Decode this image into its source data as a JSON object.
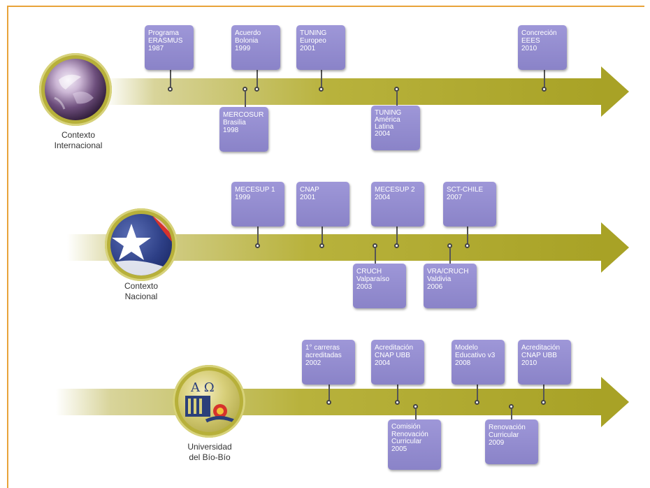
{
  "colors": {
    "frame": "#e8a33a",
    "arrow": "#a8a226",
    "box": "#8a83c8",
    "box_text": "#ffffff"
  },
  "timelines": [
    {
      "label_lines": [
        "Contexto",
        "Internacional"
      ],
      "icon": "earth-globe-icon",
      "events": [
        {
          "lines": [
            "Programa",
            "ERASMUS",
            "1987"
          ]
        },
        {
          "lines": [
            "MERCOSUR",
            "Brasilia",
            "1998"
          ]
        },
        {
          "lines": [
            "Acuerdo",
            "Bolonia",
            "1999"
          ]
        },
        {
          "lines": [
            "TUNING",
            "Europeo",
            "2001"
          ]
        },
        {
          "lines": [
            "TUNING",
            "América",
            "Latina",
            "2004"
          ]
        },
        {
          "lines": [
            "Concreción",
            "EEES",
            "2010"
          ]
        }
      ]
    },
    {
      "label_lines": [
        "Contexto",
        "Nacional"
      ],
      "icon": "chile-flag-globe-icon",
      "events": [
        {
          "lines": [
            "MECESUP 1",
            "1999"
          ]
        },
        {
          "lines": [
            "CNAP",
            "2001"
          ]
        },
        {
          "lines": [
            "CRUCH",
            "Valparaíso",
            "2003"
          ]
        },
        {
          "lines": [
            "MECESUP 2",
            "2004"
          ]
        },
        {
          "lines": [
            "VRA/CRUCH",
            "Valdivia",
            "2006"
          ]
        },
        {
          "lines": [
            "SCT-CHILE",
            "2007"
          ]
        }
      ]
    },
    {
      "label_lines": [
        "Universidad",
        "del Bío-Bío"
      ],
      "icon": "university-seal-icon",
      "events": [
        {
          "lines": [
            "1° carreras",
            "acreditadas",
            "2002"
          ]
        },
        {
          "lines": [
            "Acreditación",
            "CNAP UBB",
            "2004"
          ]
        },
        {
          "lines": [
            "Comisión",
            "Renovación",
            "Curricular",
            "2005"
          ]
        },
        {
          "lines": [
            "Modelo",
            "Educativo v3",
            "2008"
          ]
        },
        {
          "lines": [
            "Renovación",
            "Curricular",
            "2009"
          ]
        },
        {
          "lines": [
            "Acreditación",
            "CNAP UBB",
            "2010"
          ]
        }
      ]
    }
  ]
}
